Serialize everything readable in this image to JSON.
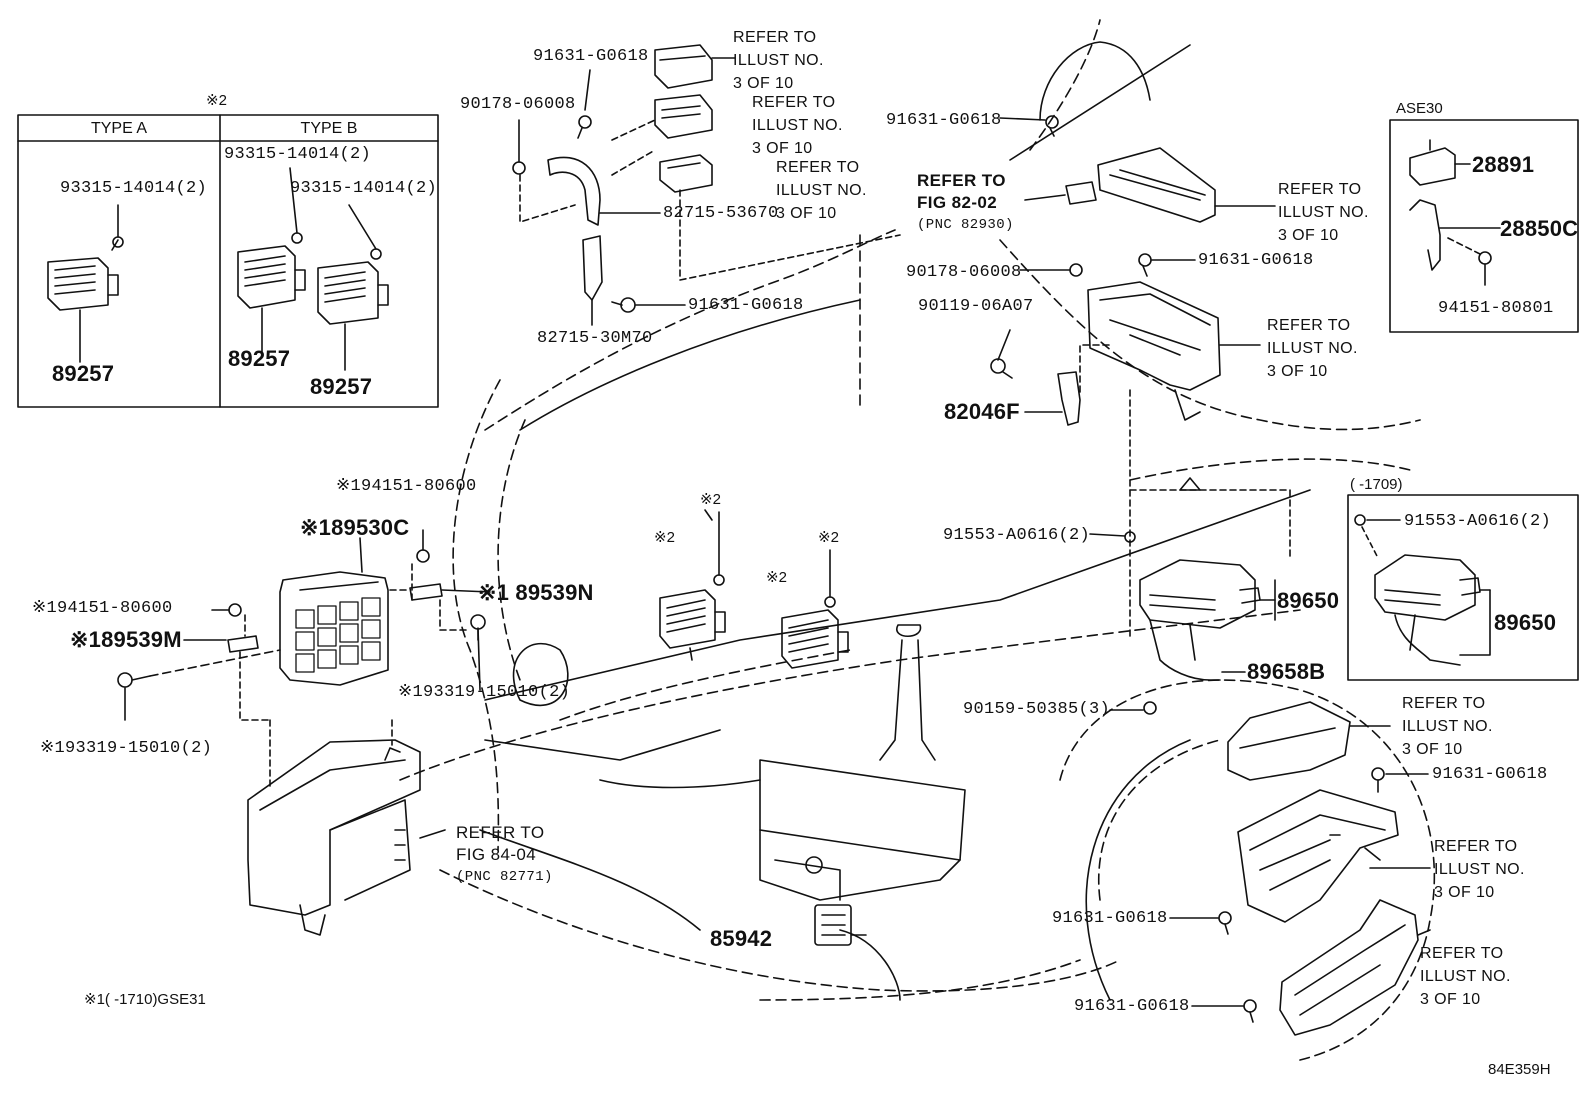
{
  "diagram_code": "84E359H",
  "footnote": "※1(  -1710)GSE31",
  "inset_type": {
    "note": "※2",
    "type_a": "TYPE A",
    "type_b": "TYPE B",
    "a_bolt": "93315-14014(2)",
    "b_bolt_1": "93315-14014(2)",
    "b_bolt_2": "93315-14014(2)",
    "a_part": "89257",
    "b_part_1": "89257",
    "b_part_2": "89257"
  },
  "inset_ase30": {
    "title": "ASE30",
    "p1": "28891",
    "p2": "28850C",
    "p3": "94151-80801"
  },
  "inset_1709": {
    "title": "(     -1709)",
    "bolt": "91553-A0616(2)",
    "part": "89650"
  },
  "top_cluster": {
    "clip_1": "91631-G0618",
    "ref_1": [
      "REFER TO",
      "ILLUST NO.",
      "3 OF 10"
    ],
    "nut": "90178-06008",
    "ref_2": [
      "REFER TO",
      "ILLUST NO.",
      "3 OF 10"
    ],
    "ref_3": [
      "REFER TO",
      "ILLUST NO.",
      "3 OF 10"
    ],
    "bracket_1": "82715-53670",
    "bolt": "91631-G0618",
    "bracket_2": "82715-30M70"
  },
  "center_right": {
    "clip_top": "91631-G0618",
    "fig_ref": [
      "REFER TO",
      "FIG 82-02",
      "(PNC 82930)"
    ],
    "ref_cover": [
      "REFER TO",
      "ILLUST NO.",
      "3 OF 10"
    ],
    "nut": "90178-06008",
    "clip": "91631-G0618",
    "bolt": "90119-06A07",
    "ref_box": [
      "REFER TO",
      "ILLUST NO.",
      "3 OF 10"
    ],
    "bracket": "82046F",
    "bolt_ecu": "91553-A0616(2)",
    "ecu": "89650",
    "harness": "89658B",
    "screw": "90159-50385(3)"
  },
  "left_ecu": {
    "nut_top": "※194151-80600",
    "ecu": "※189530C",
    "bracket_n": "※1 89539N",
    "nut_left": "※194151-80600",
    "bracket_m": "※189539M",
    "bolt_right": "※193319-15010(2)",
    "bolt_left": "※193319-15010(2)",
    "fig_ref": [
      "REFER TO",
      "FIG 84-04",
      "(PNC 82771)"
    ]
  },
  "middle_modules": {
    "note_1": "※2",
    "note_2": "※2",
    "note_3": "※2",
    "note_4": "※2",
    "sensor": "85942"
  },
  "lower_right": {
    "ref_cover": [
      "REFER TO",
      "ILLUST NO.",
      "3 OF 10"
    ],
    "clip_1": "91631-G0618",
    "ref_box_1": [
      "REFER TO",
      "ILLUST NO.",
      "3 OF 10"
    ],
    "clip_2": "91631-G0618",
    "clip_3": "91631-G0618",
    "ref_box_2": [
      "REFER TO",
      "ILLUST NO.",
      "3 OF 10"
    ]
  }
}
